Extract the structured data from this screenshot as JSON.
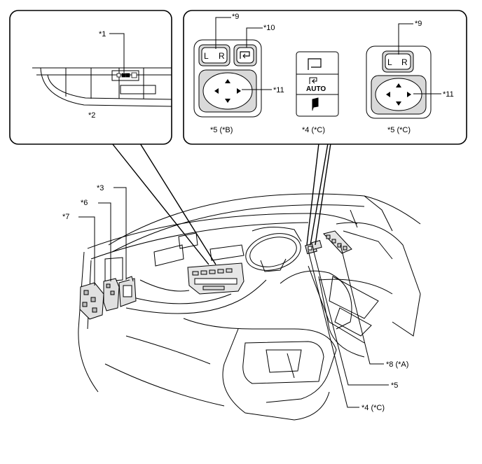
{
  "callouts": {
    "c1": "*1",
    "c2": "*2",
    "c3": "*3",
    "c4c_bottom": "*4 (*C)",
    "c5_bottom": "*5",
    "c6": "*6",
    "c7": "*7",
    "c8a": "*8 (*A)",
    "c9_left": "*9",
    "c9_right": "*9",
    "c10": "*10",
    "c11_left": "*11",
    "c11_right": "*11"
  },
  "captions": {
    "switch_b": "*5 (*B)",
    "switch_c_mid": "*4 (*C)",
    "switch_c_right": "*5 (*C)"
  },
  "buttons": {
    "l": "L",
    "r": "R",
    "auto": "AUTO"
  }
}
